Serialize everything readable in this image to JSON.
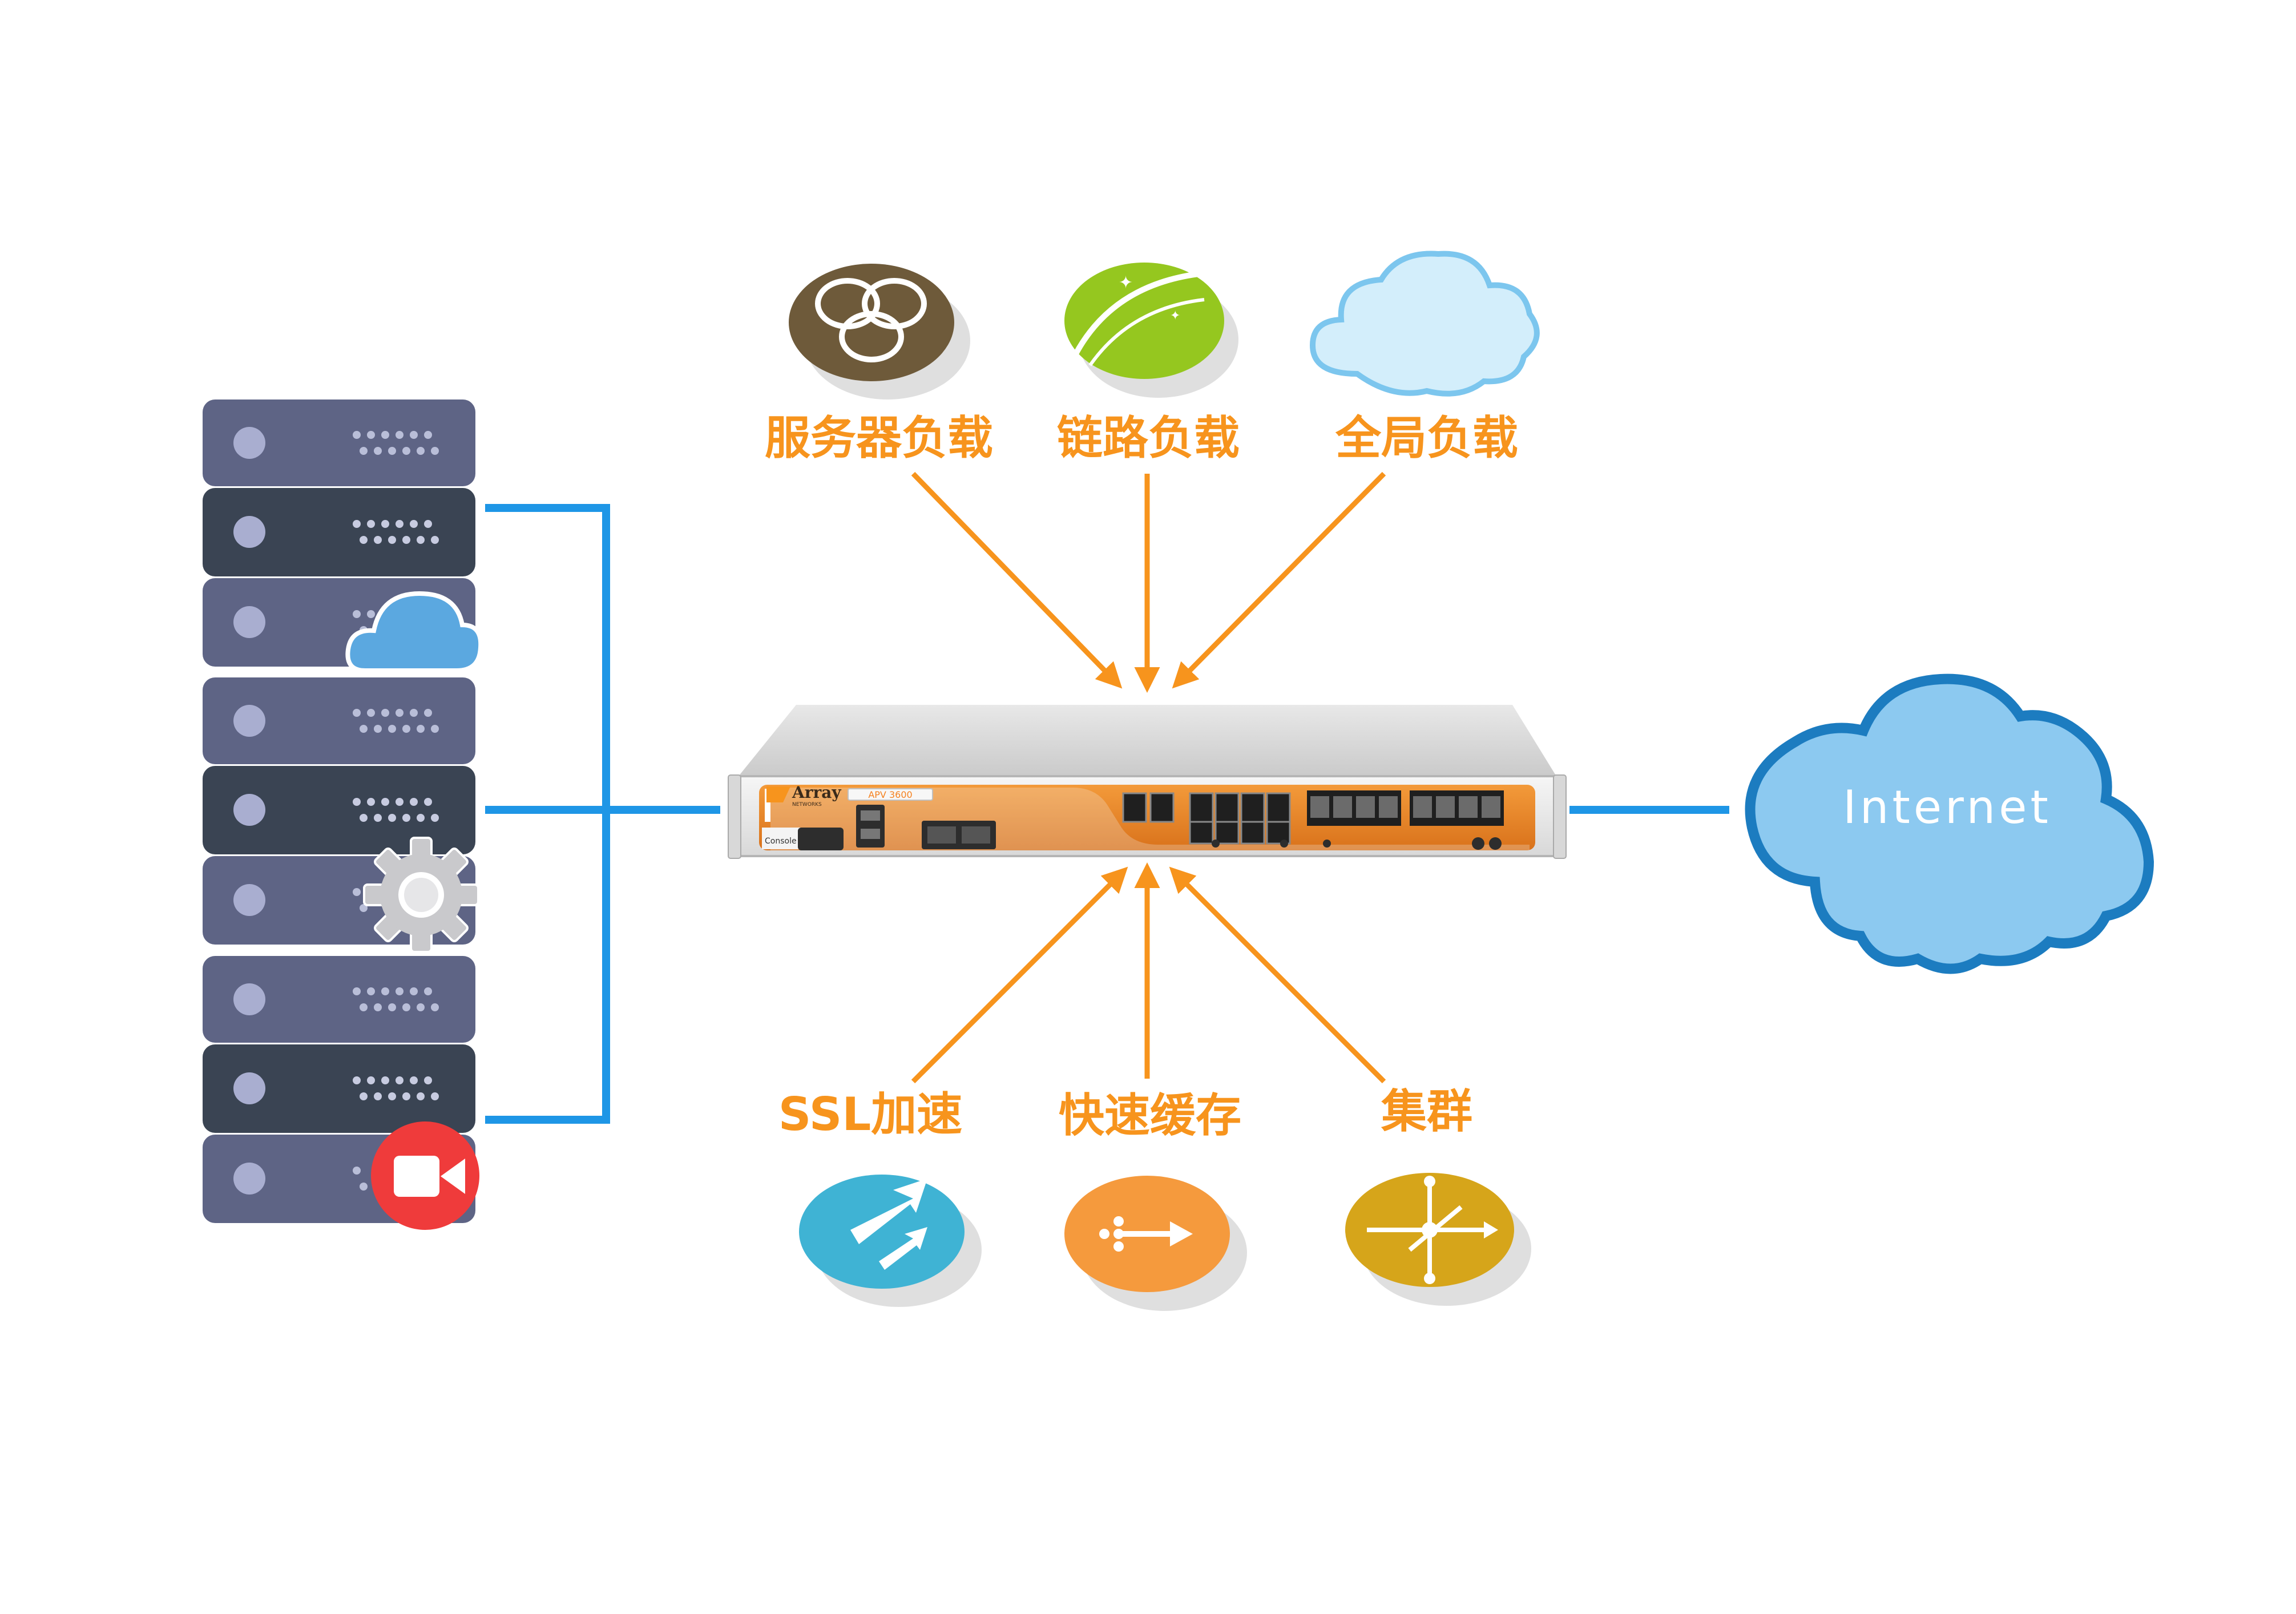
{
  "colors": {
    "accent_orange": "#F7941D",
    "link_blue": "#1E96E6",
    "server_light": "#5E6485",
    "server_dark": "#3A4453",
    "internet_cloud": "#8CC9F0",
    "internet_outline": "#1C7CC0"
  },
  "device": {
    "brand": "Array",
    "brand_sub": "NETWORKS",
    "model": "APV 3600",
    "console_label": "Console"
  },
  "features_top": [
    {
      "label": "服务器负载",
      "icon": "overlapping-circles-icon",
      "color": "#6E5A3A"
    },
    {
      "label": "链路负载",
      "icon": "road-stars-icon",
      "color": "#95C71F"
    },
    {
      "label": "全局负载",
      "icon": "cloud-icon",
      "color": "#D3EEFB"
    }
  ],
  "features_bottom": [
    {
      "label": "SSL加速",
      "icon": "accelerate-arrows-icon",
      "color": "#3FB3D4"
    },
    {
      "label": "快速缓存",
      "icon": "fast-arrow-icon",
      "color": "#F59A3D"
    },
    {
      "label": "集群",
      "icon": "cluster-node-icon",
      "color": "#D6A51A"
    }
  ],
  "internet": {
    "label": "Internet"
  },
  "server_stack": {
    "groups": [
      {
        "badge": "cloud-icon"
      },
      {
        "badge": "gear-icon"
      },
      {
        "badge": "video-camera-icon"
      }
    ]
  }
}
